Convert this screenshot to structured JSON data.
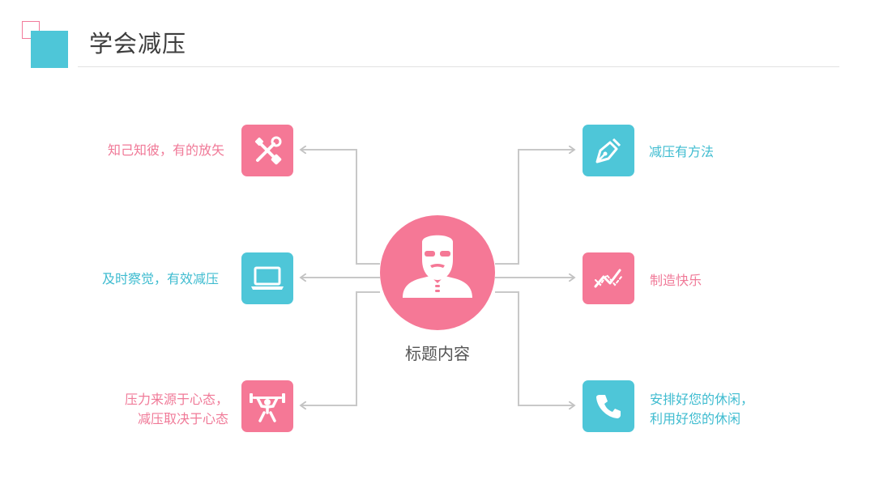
{
  "title": "学会减压",
  "center": {
    "label": "标题内容",
    "icon": "person-icon"
  },
  "items": [
    {
      "id": "left-top",
      "lines": [
        "知己知彼，有的放矢"
      ],
      "icon": "tools-icon",
      "color": "#f57896"
    },
    {
      "id": "left-middle",
      "lines": [
        "及时察觉，有效减压"
      ],
      "icon": "laptop-icon",
      "color": "#4ec6d8"
    },
    {
      "id": "left-bottom",
      "lines": [
        "压力来源于心态，",
        "减压取决于心态"
      ],
      "icon": "weightlifter-icon",
      "color": "#f57896"
    },
    {
      "id": "right-top",
      "lines": [
        "减压有方法"
      ],
      "icon": "pen-nib-icon",
      "color": "#4ec6d8"
    },
    {
      "id": "right-middle",
      "lines": [
        "制造快乐"
      ],
      "icon": "trend-chart-icon",
      "color": "#f57896"
    },
    {
      "id": "right-bottom",
      "lines": [
        "安排好您的休闲，",
        "利用好您的休闲"
      ],
      "icon": "phone-icon",
      "color": "#4ec6d8"
    }
  ],
  "colors": {
    "accent_pink": "#f57896",
    "accent_cyan": "#4ec6d8",
    "connector": "#c8c8c8"
  }
}
